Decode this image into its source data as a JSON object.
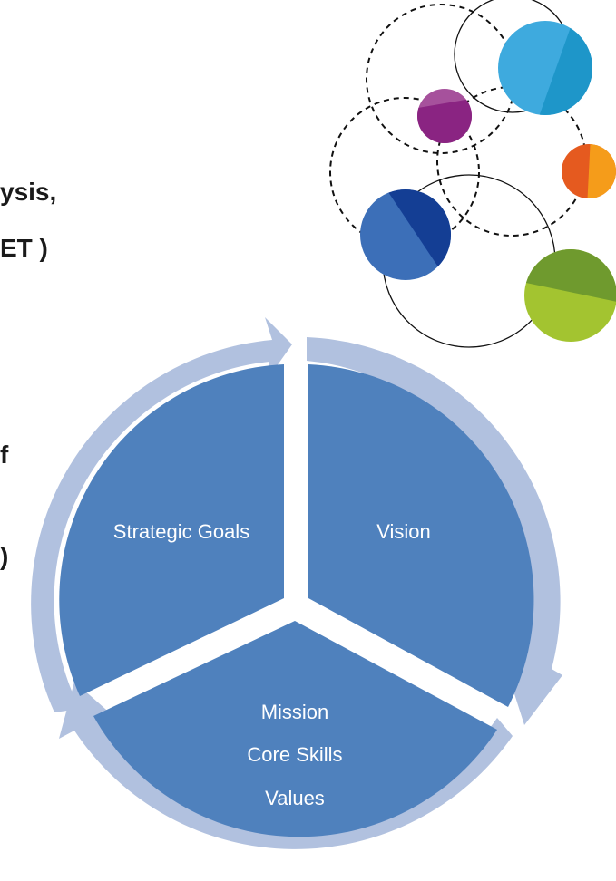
{
  "left_text_fragments": [
    "ysis,",
    "ET )",
    "f",
    ")"
  ],
  "cycle": {
    "segments": [
      {
        "id": "strategic-goals",
        "lines": [
          "Strategic Goals"
        ]
      },
      {
        "id": "vision",
        "lines": [
          "Vision"
        ]
      },
      {
        "id": "mission",
        "lines": [
          "Mission",
          "Core Skills",
          "Values"
        ]
      }
    ]
  },
  "colors": {
    "segment_fill": "#4f81bd",
    "arrow_fill": "#b1c1df",
    "text_dark": "#1a1a1a",
    "text_light": "#ffffff"
  },
  "decor_circles": [
    {
      "name": "light-blue-dot",
      "colors": [
        "#3eaade",
        "#1e96c9"
      ]
    },
    {
      "name": "purple-dot",
      "colors": [
        "#a6519c",
        "#8a2482"
      ]
    },
    {
      "name": "orange-dot",
      "colors": [
        "#e55a1f",
        "#f59c1a"
      ]
    },
    {
      "name": "dark-blue-dot",
      "colors": [
        "#3c6fb8",
        "#143e94"
      ]
    },
    {
      "name": "green-dot",
      "colors": [
        "#a3c430",
        "#6f9a2e"
      ]
    }
  ]
}
